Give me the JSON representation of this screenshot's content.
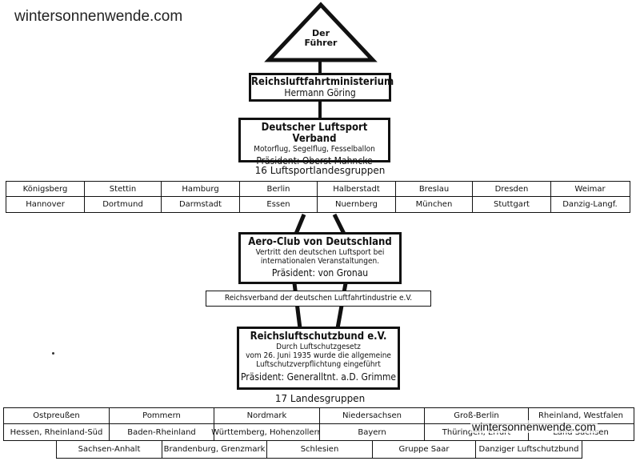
{
  "watermark_top": "wintersonnenwende.com",
  "watermark_bottom": "wintersonnenwende.com",
  "fuehrer": {
    "line1": "Der",
    "line2": "Führer"
  },
  "ministry": {
    "line1": "Reichsluftfahrtministerium",
    "line2": "Hermann Göring"
  },
  "dlv": {
    "line1": "Deutscher Luftsport Verband",
    "line2": "Motorflug, Segelflug, Fesselballon",
    "line3": "Präsident: Oberst Mahncke"
  },
  "dlv_groups_label": "16 Luftsportlandesgruppen",
  "dlv_groups": [
    [
      "Königsberg",
      "Stettin",
      "Hamburg",
      "Berlin",
      "Halberstadt",
      "Breslau",
      "Dresden",
      "Weimar"
    ],
    [
      "Hannover",
      "Dortmund",
      "Darmstadt",
      "Essen",
      "Nuernberg",
      "München",
      "Stuttgart",
      "Danzig-Langf."
    ]
  ],
  "aero": {
    "line1": "Aero-Club von Deutschland",
    "line2": "Vertritt den deutschen Luftsport bei",
    "line3": "internationalen Veranstaltungen.",
    "line4": "Präsident: von Gronau"
  },
  "industry": "Reichsverband der deutschen Luftfahrtindustrie e.V.",
  "rlb": {
    "line1": "Reichsluftschutzbund e.V.",
    "line2": "Durch Luftschutzgesetz",
    "line3": "vom 26. Juni 1935 wurde die allgemeine",
    "line4": "Luftschutzverpflichtung eingeführt",
    "line5": "Präsident: Generalltnt. a.D. Grimme"
  },
  "rlb_groups_label": "17 Landesgruppen",
  "rlb_groups": {
    "row1": [
      "Ostpreußen",
      "Pommern",
      "Nordmark",
      "Niedersachsen",
      "Groß-Berlin",
      "Rheinland, Westfalen"
    ],
    "row2": [
      "Hessen, Rheinland-Süd",
      "Baden-Rheinland",
      "Württemberg, Hohenzollern",
      "Bayern",
      "Thüringen, Erfurt",
      "Land Sachsen"
    ],
    "row3": [
      "Sachsen-Anhalt",
      "Brandenburg, Grenzmark",
      "Schlesien",
      "Gruppe Saar",
      "Danziger Luftschutzbund"
    ]
  }
}
